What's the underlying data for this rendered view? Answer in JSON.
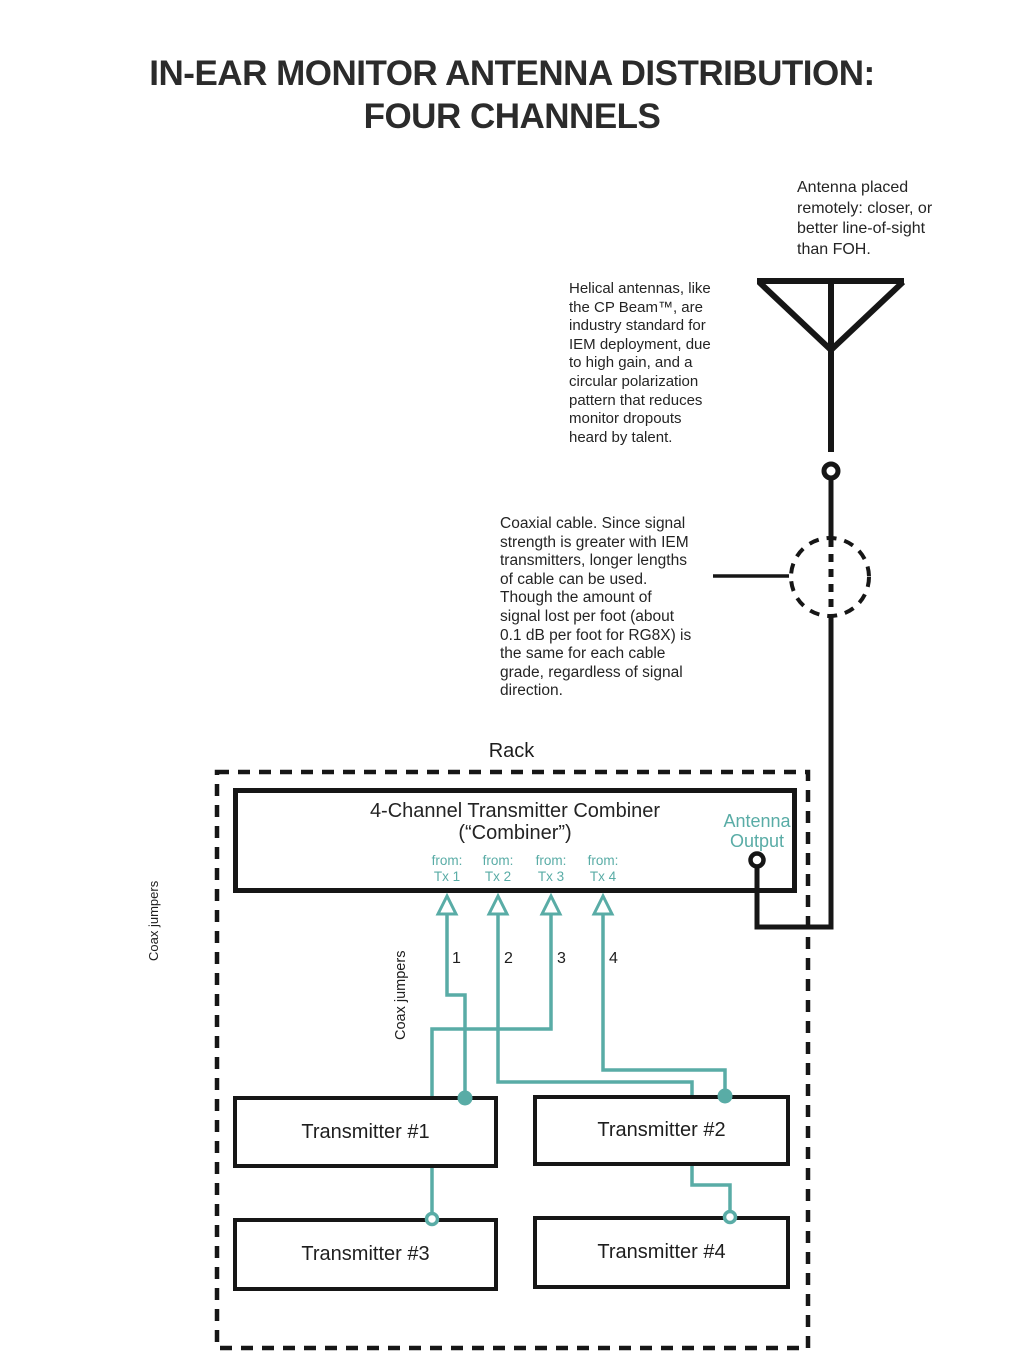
{
  "title": {
    "line1": "IN-EAR MONITOR ANTENNA DISTRIBUTION:",
    "line2": "FOUR CHANNELS"
  },
  "annotations": {
    "antenna_note": "Antenna placed\nremotely: closer, or\nbetter line-of-sight\nthan FOH.",
    "helical_note": "Helical antennas, like\nthe CP Beam™, are\nindustry standard for\nIEM deployment, due\nto high gain, and a\ncircular polarization\npattern that reduces\nmonitor dropouts\nheard by talent.",
    "coax_note": "Coaxial cable. Since signal\nstrength is greater with IEM\ntransmitters, longer lengths\nof cable can be used.\nThough the amount of\nsignal lost per foot (about\n0.1 dB per foot for RG8X) is\nthe same for each cable\ngrade, regardless of signal\ndirection.",
    "coax_jumpers_left": "Coax jumpers",
    "coax_jumpers_inner": "Coax jumpers"
  },
  "rack": {
    "label": "Rack",
    "combiner": {
      "title_line1": "4-Channel Transmitter Combiner",
      "title_line2": "(“Combiner”)",
      "antenna_output_label": "Antenna\nOutput",
      "inputs": [
        {
          "line1": "from:",
          "line2": "Tx 1"
        },
        {
          "line1": "from:",
          "line2": "Tx 2"
        },
        {
          "line1": "from:",
          "line2": "Tx 3"
        },
        {
          "line1": "from:",
          "line2": "Tx 4"
        }
      ]
    },
    "jumper_numbers": [
      "1",
      "2",
      "3",
      "4"
    ],
    "transmitters": [
      "Transmitter #1",
      "Transmitter #2",
      "Transmitter #3",
      "Transmitter #4"
    ]
  },
  "colors": {
    "teal_accent": "#59aca6",
    "ink": "#161616"
  }
}
